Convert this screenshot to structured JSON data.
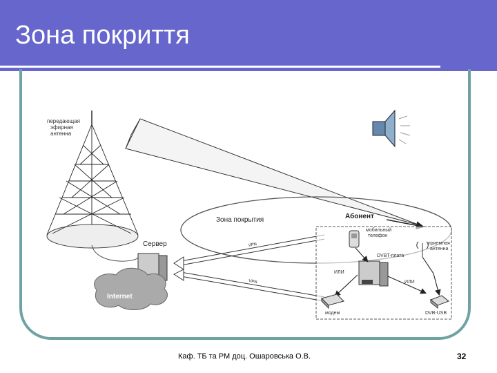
{
  "slide": {
    "title": "Зона покриття",
    "footer": "Каф. ТБ та РМ доц. Ошаровська О.В.",
    "page_number": "32"
  },
  "diagram": {
    "tower_label_1": "передающая",
    "tower_label_2": "эфирная",
    "tower_label_3": "антенна",
    "coverage_label": "Зона покрытия",
    "server_label": "Сервер",
    "internet_label": "Internet",
    "subscriber_label": "Абонент",
    "phone_label_1": "мобильный",
    "phone_label_2": "телефон",
    "antenna_label_1": "приемная",
    "antenna_label_2": "антенна",
    "dvbt_label": "DVBT-плата",
    "or_left": "ИЛИ",
    "or_right": "ИЛИ",
    "modem_label": "модем",
    "dvbusb_label": "DVB-USB",
    "vpn_top": "VPN",
    "vpn_bottom": "VPN"
  },
  "colors": {
    "title_bar": "#6666cc",
    "frame": "#6fa3a3",
    "speaker": "#6688aa"
  }
}
